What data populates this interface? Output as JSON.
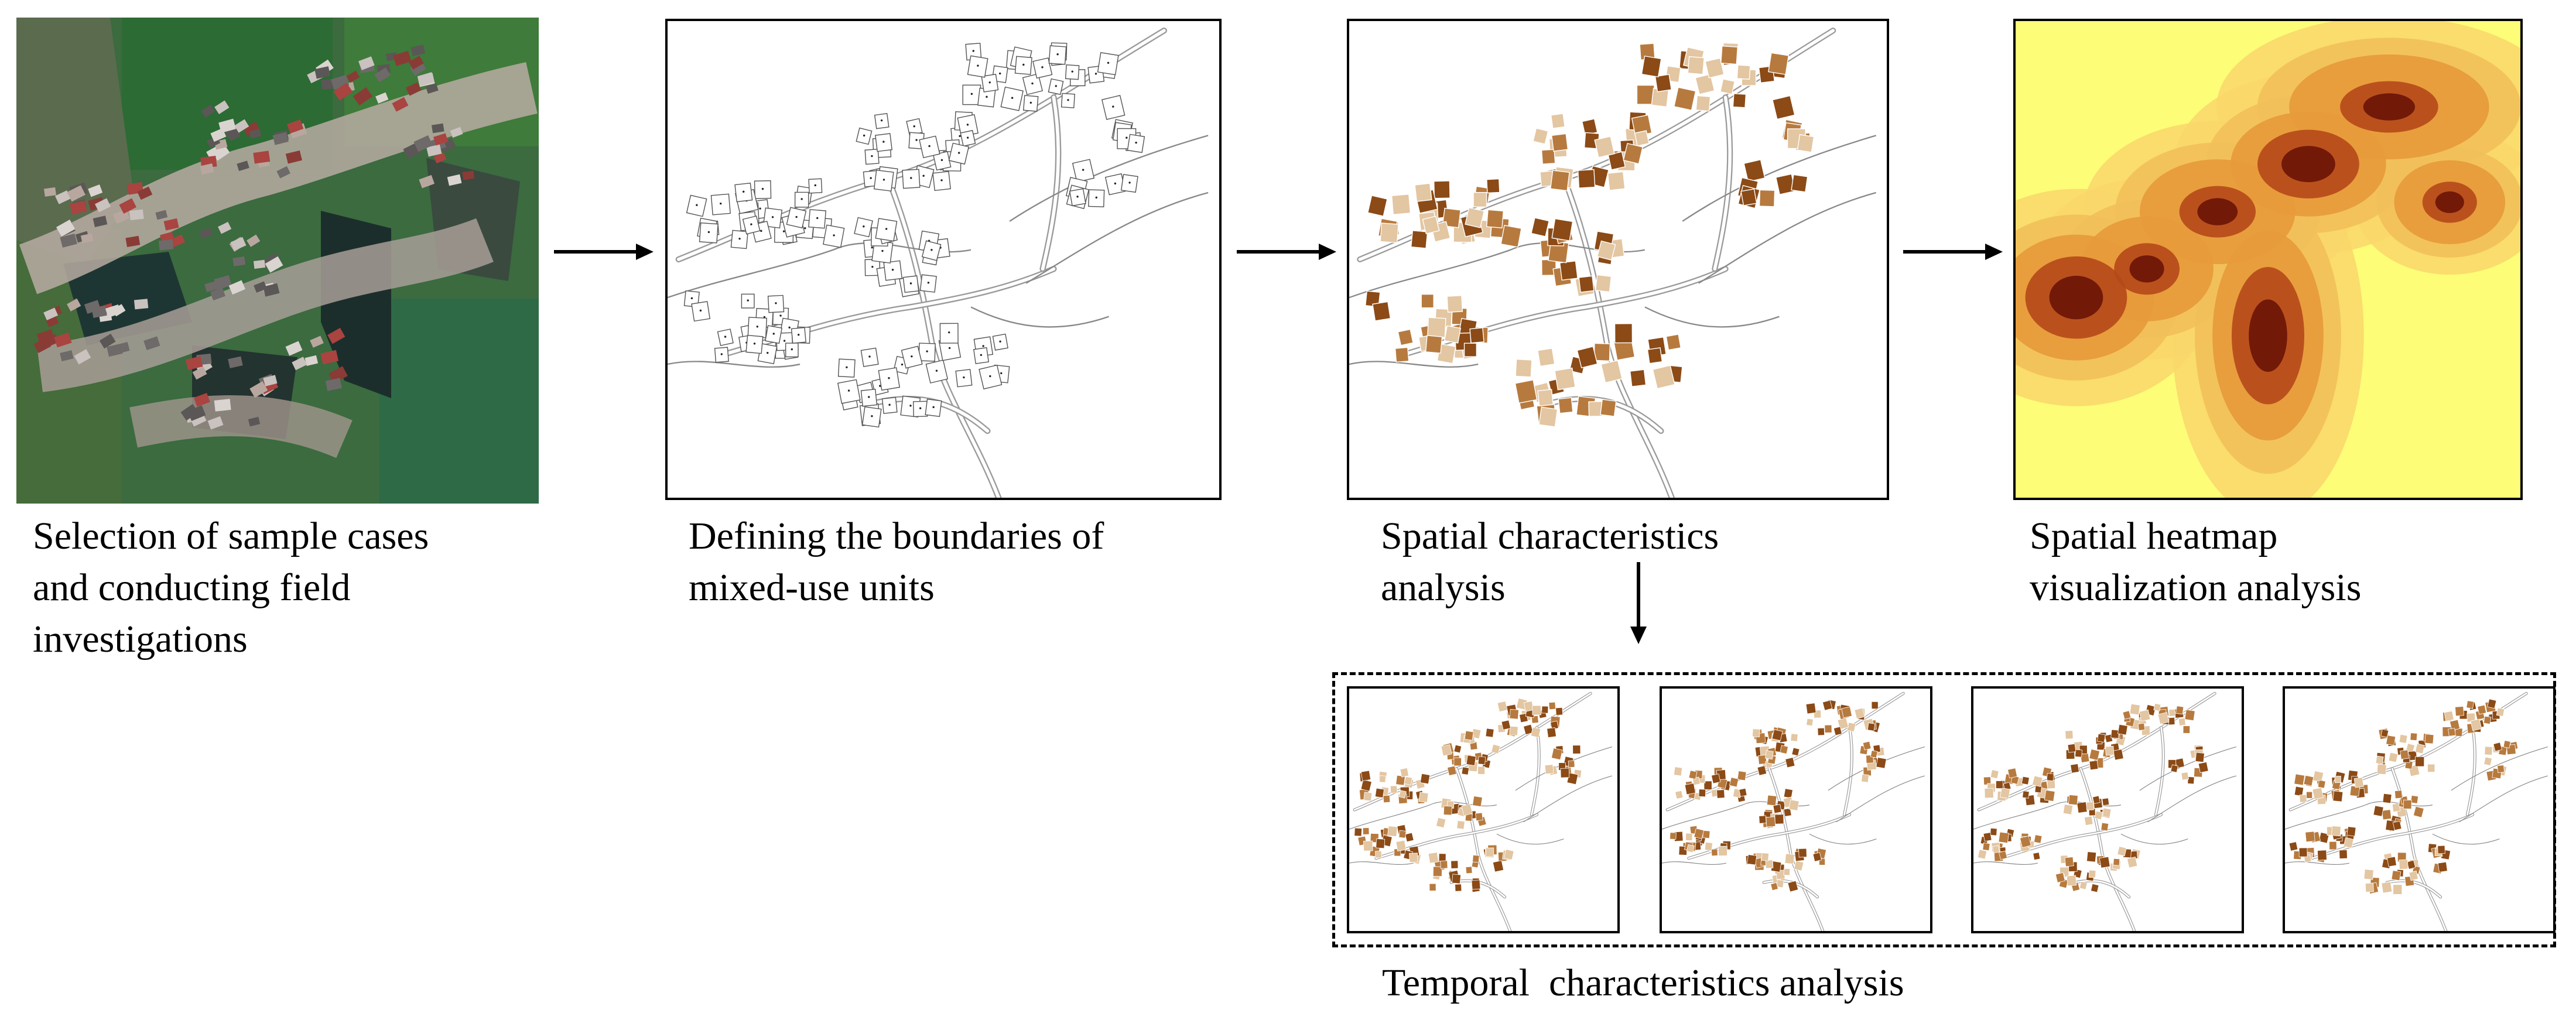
{
  "steps": [
    {
      "caption": [
        "Selection of sample cases",
        "and conducting field",
        "investigations"
      ]
    },
    {
      "caption": [
        "Defining the boundaries of",
        "mixed-use units"
      ]
    },
    {
      "caption": [
        "Spatial characteristics",
        "analysis"
      ]
    },
    {
      "caption": [
        "Spatial heatmap",
        "visualization analysis"
      ]
    }
  ],
  "temporal": {
    "caption": "Temporal  characteristics analysis",
    "panel_count": 4
  },
  "colors": {
    "satellite_field": "#2f6a3a",
    "satellite_water": "#1f3a38",
    "unit_outline": "#555555",
    "road": "#9a9a9a",
    "brown_dark": "#8b4a16",
    "brown_mid": "#b77a3e",
    "brown_light": "#e3c6a2",
    "heat_bg": "#fdfd78",
    "heat_low": "#f9d76a",
    "heat_mid": "#e79a3a",
    "heat_high": "#b5481a",
    "heat_peak": "#6e1607"
  },
  "icons": [
    "arrow-right-icon",
    "arrow-down-icon"
  ]
}
